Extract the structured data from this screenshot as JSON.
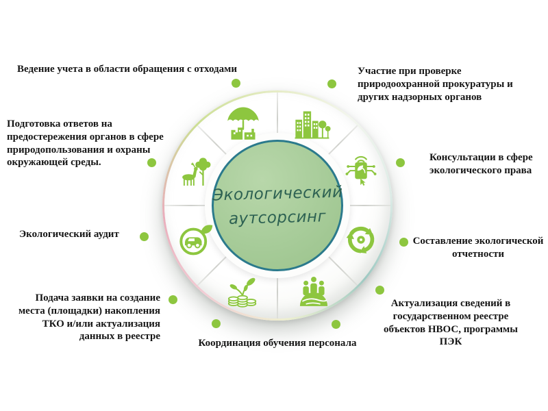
{
  "title": {
    "line1": "Экологический",
    "line2": "аутсорсинг"
  },
  "labels": {
    "waste_accounting": "Ведение учета в области обращения с отходами",
    "authority_responses": "Подготовка ответов на\nпредостережения органов в сфере\nприродопользования и охраны\nокружающей среды.",
    "eco_audit": "Экологический аудит",
    "tko_application": "Подача заявки на создание\nместа (площадки) накопления\nТКО и/или актуализация\nданных в реестре",
    "training_coordination": "Координация обучения персонала",
    "inspection_participation": "Участие при проверке\nприродоохранной прокуратуры и\nдругих надзорных органов",
    "legal_consulting": "Консультации в сфере\nэкологического права",
    "eco_reporting": "Составление экологической\nотчетности",
    "registry_update": "Актуализация сведений в\nгосударственном реестре\nобъектов НВОС, программы\nПЭК"
  },
  "icons": [
    "umbrella-protection-icon",
    "eco-city-icon",
    "eco-device-icon",
    "recycling-icon",
    "team-globe-icon",
    "coins-plant-icon",
    "eco-car-icon",
    "deer-tree-icon"
  ],
  "colors": {
    "accent_green": "#8dc63f",
    "center_fill": "#a6cb98",
    "center_border": "#2b7a8c",
    "center_text": "#2d6152",
    "label_text": "#151515",
    "background": "#ffffff"
  }
}
